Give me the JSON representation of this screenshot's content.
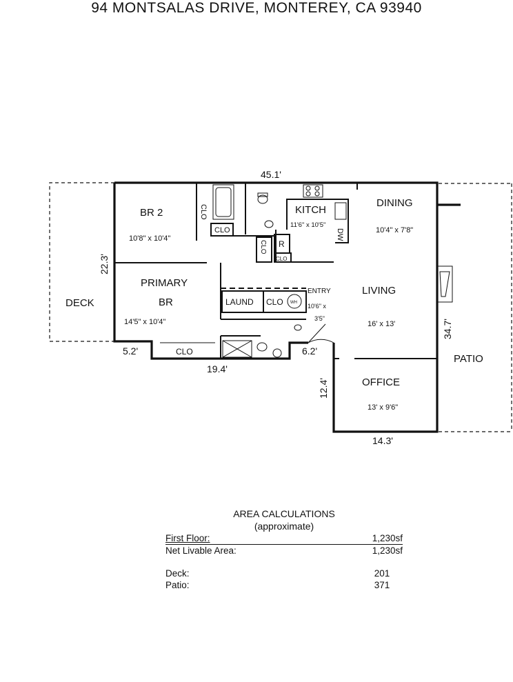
{
  "title": "94 MONTSALAS DRIVE, MONTEREY, CA  93940",
  "plan": {
    "dims": {
      "top": "45.1'",
      "left": "22.3'",
      "bottom_left": "5.2'",
      "bottom_mid": "19.4'",
      "entry_step": "6.2'",
      "right": "34.7'",
      "office_left": "12.4'",
      "office_bottom": "14.3'"
    },
    "rooms": {
      "br2": {
        "name": "BR 2",
        "size": "10'8\" x 10'4\""
      },
      "primary": {
        "name_line1": "PRIMARY",
        "name_line2": "BR",
        "size": "14'5\" x 10'4\""
      },
      "kitch": {
        "name": "KITCH",
        "size": "11'6\" x 10'5\""
      },
      "dining": {
        "name": "DINING",
        "size": "10'4\" x 7'8\""
      },
      "living": {
        "name": "LIVING",
        "size": "16' x 13'"
      },
      "office": {
        "name": "OFFICE",
        "size": "13' x 9'6\""
      },
      "entry": {
        "name": "ENTRY",
        "size_line1": "10'6\" x",
        "size_line2": "3'5\""
      }
    },
    "labels": {
      "deck": "DECK",
      "patio": "PATIO",
      "laund": "LAUND",
      "clo": "CLO",
      "wh": "WH",
      "r": "R",
      "dw": "DW"
    }
  },
  "area": {
    "heading": "AREA CALCULATIONS",
    "subheading": "(approximate)",
    "first_floor_label": "First  Floor:",
    "first_floor_value": "1,230sf",
    "net_label": "Net Livable Area:",
    "net_value": "1,230sf",
    "deck_label": "Deck:",
    "deck_value": "201",
    "patio_label": "Patio:",
    "patio_value": "371"
  }
}
